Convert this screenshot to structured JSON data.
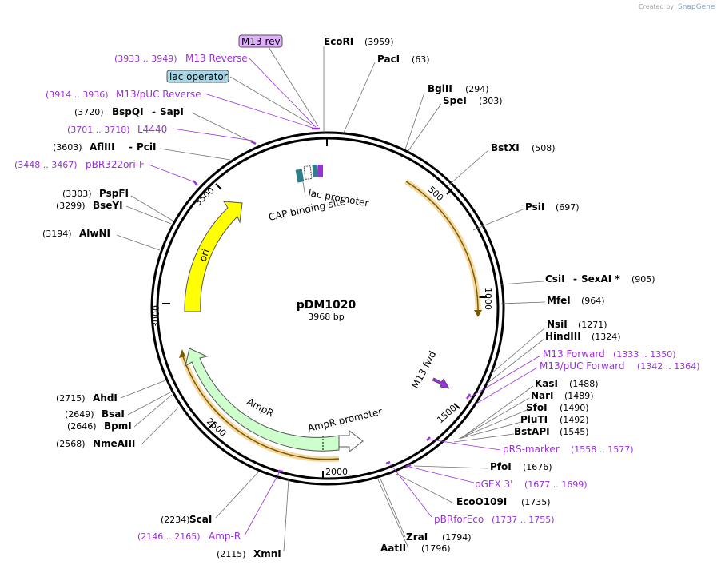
{
  "credit": {
    "created_by": "Created by",
    "brand": "SnapGene"
  },
  "plasmid": {
    "name": "pDM1020",
    "size": "3968 bp"
  },
  "ticks": [
    "500",
    "1000",
    "1500",
    "2000",
    "2500",
    "3000",
    "3500"
  ],
  "features": {
    "lac_promoter": "lac promoter",
    "cap_binding_site": "CAP binding site",
    "ori": "ori",
    "ampr": "AmpR",
    "ampr_promoter": "AmpR promoter",
    "m13_fwd": "M13 fwd",
    "m13_rev_box": "M13 rev",
    "lac_operator_box": "lac operator"
  },
  "enzymes_right": [
    {
      "name": "EcoRI",
      "pos": "(3959)"
    },
    {
      "name": "PacI",
      "pos": "(63)"
    },
    {
      "name": "BglII",
      "pos": "(294)"
    },
    {
      "name": "SpeI",
      "pos": "(303)"
    },
    {
      "name": "BstXI",
      "pos": "(508)"
    },
    {
      "name": "PsiI",
      "pos": "(697)"
    },
    {
      "name": "CsiI",
      "sep": "-",
      "name2": "SexAI *",
      "pos": "(905)"
    },
    {
      "name": "MfeI",
      "pos": "(964)"
    },
    {
      "name": "NsiI",
      "pos": "(1271)"
    },
    {
      "name": "HindIII",
      "pos": "(1324)"
    },
    {
      "name": "KasI",
      "pos": "(1488)"
    },
    {
      "name": "NarI",
      "pos": "(1489)"
    },
    {
      "name": "SfoI",
      "pos": "(1490)"
    },
    {
      "name": "PluTI",
      "pos": "(1492)"
    },
    {
      "name": "BstAPI",
      "pos": "(1545)"
    },
    {
      "name": "PfoI",
      "pos": "(1676)"
    },
    {
      "name": "EcoO109I",
      "pos": "(1735)"
    },
    {
      "name": "ZraI",
      "pos": "(1794)"
    },
    {
      "name": "AatII",
      "pos": "(1796)"
    }
  ],
  "primers_right": [
    {
      "name": "M13 Forward",
      "pos": "(1333 .. 1350)"
    },
    {
      "name": "M13/pUC Forward",
      "pos": "(1342 .. 1364)"
    },
    {
      "name": "pRS-marker",
      "pos": "(1558 .. 1577)"
    },
    {
      "name": "pGEX 3'",
      "pos": "(1677 .. 1699)"
    },
    {
      "name": "pBRforEco",
      "pos": "(1737 .. 1755)"
    }
  ],
  "enzymes_left": [
    {
      "pos": "(3720)",
      "name": "BspQI",
      "sep": "-",
      "name2": "SapI"
    },
    {
      "pos": "(3603)",
      "name": "AflIII",
      "sep": "-",
      "name2": "PciI"
    },
    {
      "pos": "(3303)",
      "name": "PspFI"
    },
    {
      "pos": "(3299)",
      "name": "BseYI"
    },
    {
      "pos": "(3194)",
      "name": "AlwNI"
    },
    {
      "pos": "(2715)",
      "name": "AhdI"
    },
    {
      "pos": "(2649)",
      "name": "BsaI"
    },
    {
      "pos": "(2646)",
      "name": "BpmI"
    },
    {
      "pos": "(2568)",
      "name": "NmeAIII"
    },
    {
      "pos": "(2234)",
      "name": "ScaI"
    },
    {
      "pos": "(2115)",
      "name": "XmnI"
    }
  ],
  "primers_left": [
    {
      "pos": "(3933 .. 3949)",
      "name": "M13 Reverse"
    },
    {
      "pos": "(3914 .. 3936)",
      "name": "M13/pUC Reverse"
    },
    {
      "pos": "(3701 .. 3718)",
      "name": "L4440"
    },
    {
      "pos": "(3448 .. 3467)",
      "name": "pBR322ori-F"
    },
    {
      "pos": "(2146 .. 2165)",
      "name": "Amp-R"
    }
  ],
  "colors": {
    "ori": "#ffff00",
    "ampr": "#ccffcc",
    "primer": "#9b30d9",
    "orf": "#f0c060",
    "m13rev_box": "#e0b0ff",
    "lacop_box": "#a8d8e8"
  }
}
